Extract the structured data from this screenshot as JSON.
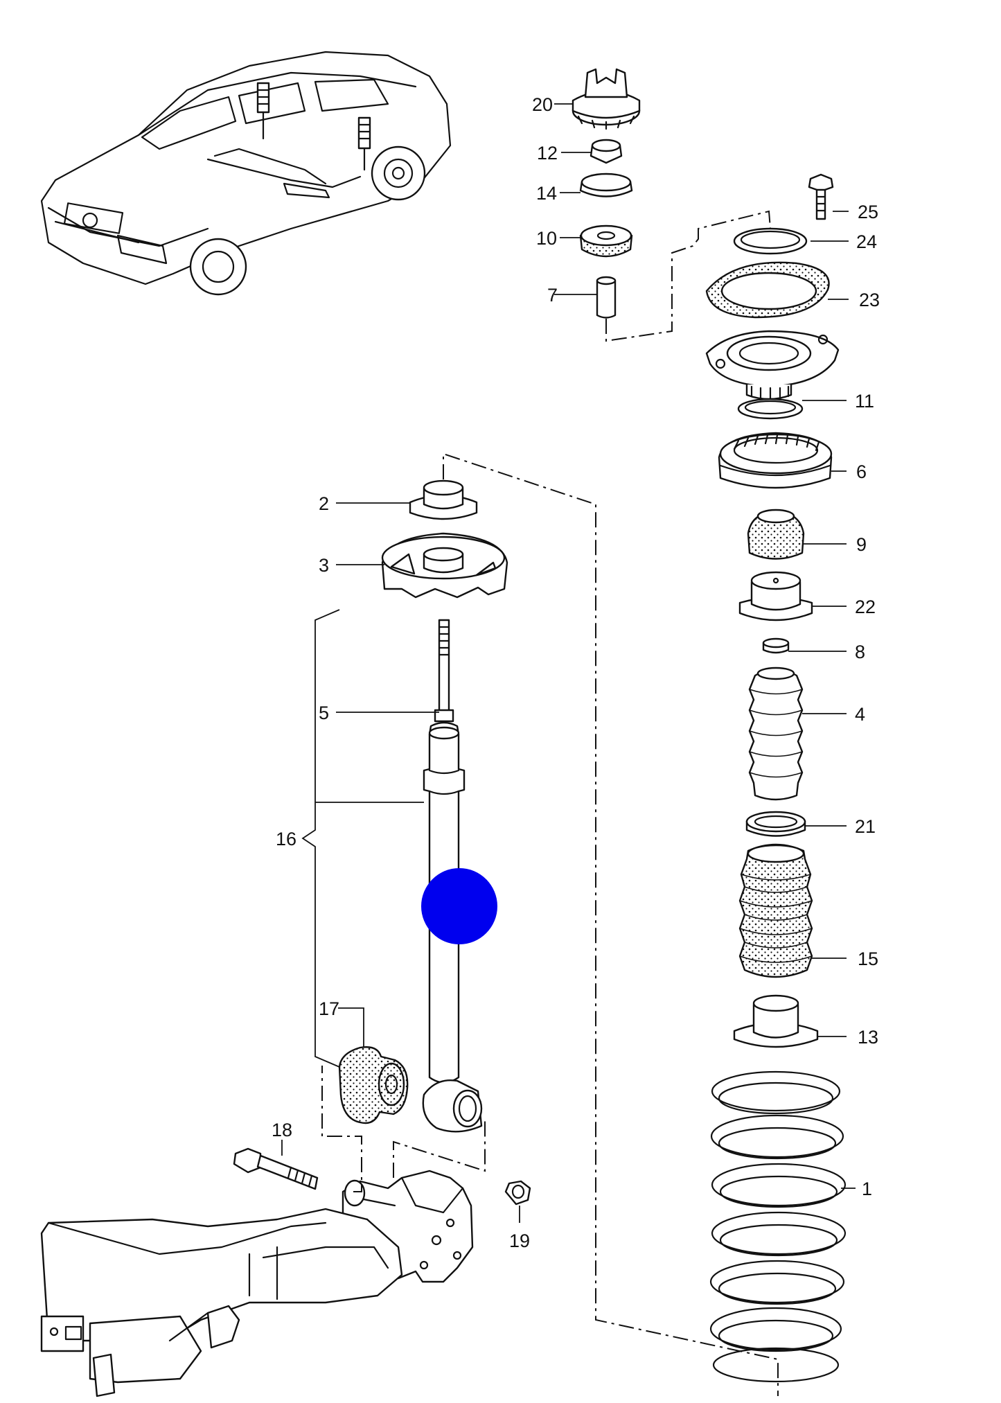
{
  "labels": {
    "n1": "1",
    "n2": "2",
    "n3": "3",
    "n4": "4",
    "n5": "5",
    "n6": "6",
    "n7": "7",
    "n8": "8",
    "n9": "9",
    "n10": "10",
    "n11": "11",
    "n12": "12",
    "n13": "13",
    "n14": "14",
    "n15": "15",
    "n16": "16",
    "n17": "17",
    "n18": "18",
    "n19": "19",
    "n20": "20",
    "n21": "21",
    "n22": "22",
    "n23": "23",
    "n24": "24",
    "n25": "25"
  },
  "colors": {
    "ink": "#111111",
    "background": "#ffffff",
    "marker": "#0000ee"
  },
  "icons": {
    "vehicle": "car-location-icon",
    "marker": "selection-dot-icon"
  }
}
